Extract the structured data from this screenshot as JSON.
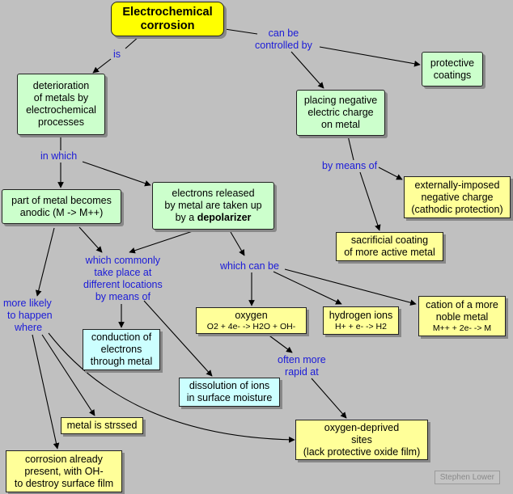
{
  "nodes": {
    "title": [
      "Electrochemical",
      "corrosion"
    ],
    "deterioration": [
      "deterioration",
      "of metals by",
      "electrochemical",
      "processes"
    ],
    "protective": [
      "protective",
      "coatings"
    ],
    "negative_charge": [
      "placing negative",
      "electric charge",
      "on metal"
    ],
    "externally": [
      "externally-imposed",
      "negative charge",
      "(cathodic protection)"
    ],
    "sacrificial": [
      "sacrificial coating",
      "of more active metal"
    ],
    "anodic": [
      "part of metal becomes",
      "anodic (M -> M++)"
    ],
    "electrons": {
      "line1": "electrons released",
      "line2": "by metal are taken up",
      "line3_prefix": "by a ",
      "line3_bold": "depolarizer"
    },
    "oxygen": {
      "name": "oxygen",
      "eq": "O2 + 4e- -> H2O + OH-"
    },
    "hydrogen": {
      "name": "hydrogen ions",
      "eq": "H+ + e- -> H2"
    },
    "cation": {
      "name": [
        "cation of a more",
        "noble metal"
      ],
      "eq": "M++ + 2e- -> M"
    },
    "conduction": [
      "conduction of",
      "electrons",
      "through metal"
    ],
    "dissolution": [
      "dissolution of ions",
      "in surface moisture"
    ],
    "stressed": [
      "metal is strssed"
    ],
    "oxygen_deprived": [
      "oxygen-deprived",
      "sites",
      "(lack protective oxide film)"
    ],
    "corrosion_present": [
      "corrosion already",
      "present, with OH-",
      "to destroy surface film"
    ]
  },
  "labels": {
    "is": [
      "is"
    ],
    "controlled": [
      "can be",
      "controlled by"
    ],
    "by_means_of": [
      "by means of"
    ],
    "in_which": [
      "in which"
    ],
    "commonly": [
      "which commonly",
      "take place at",
      "different locations",
      "by means of"
    ],
    "which_can_be": [
      "which can be"
    ],
    "more_likely": [
      "more likely",
      "to happen",
      "where"
    ],
    "often_more": [
      "often more",
      "rapid at"
    ]
  },
  "credit": "Stephen Lower",
  "colors": {
    "title": "#ffff00",
    "yellow": "#ffff99",
    "green": "#ccffcc",
    "cyan": "#ccffff",
    "label": "#1a1ad8",
    "background": "#c0c0c0"
  }
}
